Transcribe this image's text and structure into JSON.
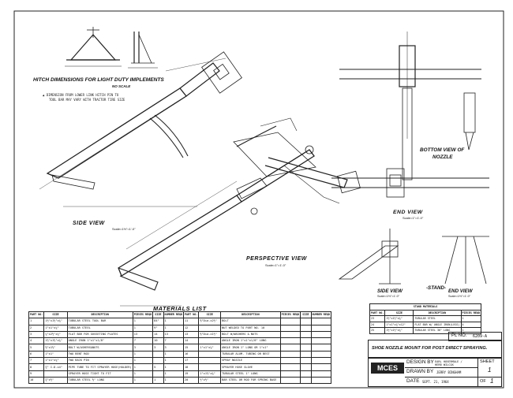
{
  "views": {
    "hitch_title": "HITCH DIMENSIONS FOR LIGHT DUTY IMPLEMENTS",
    "hitch_scale": "NO SCALE",
    "hitch_note_1": "▲ DIMENSION FROM LOWER LINK HITCH PIN TO",
    "hitch_note_2": "TOOL BAR MAY VARY WITH TRACTOR TIRE SIZE",
    "side_view": "SIDE VIEW",
    "side_view_scale": "Scale=1½\"=1'-0\"",
    "perspective_view": "PERSPECTIVE VIEW",
    "perspective_scale": "Scale=1\"=1'-0\"",
    "bottom_view_1": "BOTTOM VIEW OF",
    "bottom_view_2": "NOZZLE",
    "end_view": "END VIEW",
    "end_view_scale": "Scale=1\"=1'-0\"",
    "stand_side_view": "SIDE VIEW",
    "stand_side_scale": "Scale=1½\"=1'-0\"",
    "stand_label": "-STAND-",
    "stand_end_view": "END VIEW",
    "stand_end_scale": "Scale=1½\"=1'-0\""
  },
  "materials": {
    "title": "MATERIALS LIST",
    "headers": [
      "PART NO.",
      "SIZE",
      "DESCRIPTION",
      "PIECES REQD",
      "SIZE",
      "NUMBER REQD"
    ],
    "left_rows": [
      [
        "1",
        "1½\"x1½\"x¼\"",
        "TUBULAR STEEL TOOL BAR",
        "1",
        "84\"",
        "1"
      ],
      [
        "2",
        "1\"x1\"x¼\"",
        "TUBULAR STEEL",
        "1",
        "9\"",
        "1"
      ],
      [
        "3",
        "¼\"x2½\"x¼\"",
        "FLAT BAR FOR GUSSETING PLATES",
        "13",
        "14",
        "13"
      ],
      [
        "4",
        "1½\"x1½\"x¼\"",
        "ANGLE IRON 1\"x1\"x1/8\"",
        "7",
        "10",
        "7"
      ],
      [
        "5",
        "⅜\"x1½\"",
        "BOLT W/ASHERS&NUTS",
        "3",
        "3",
        "3"
      ],
      [
        "6",
        "1\"x1\"",
        "TWO BENT ROD",
        "1",
        "",
        "1"
      ],
      [
        "7",
        "1\"x1\"x¼\"",
        "TWO BACK PIN",
        "1",
        "",
        "1"
      ],
      [
        "8",
        "¾\" I.D.x4\"",
        "PIPE TUBE TO FIT SPRAYER HOSE(HOLDER)",
        "1",
        "5",
        "1"
      ],
      [
        "9",
        "",
        "SPRAYER HOSE TIGHT TO FIT",
        "1",
        "",
        "1"
      ],
      [
        "10",
        "¾\"x½\"",
        "TUBULAR STEEL ⅛\" LONG",
        "1",
        "1",
        "1"
      ]
    ],
    "right_rows": [
      [
        "11",
        "⅜\"Dia.x2½\"",
        "BOLT",
        "",
        "",
        ""
      ],
      [
        "12",
        "",
        "NUT WELDED TO PART NO. 10",
        "",
        "",
        ""
      ],
      [
        "13",
        "⅜\"Dia.x1½\"",
        "BOLT W/WASHERS & NUTS",
        "",
        "",
        ""
      ],
      [
        "14",
        "",
        "ANGLE IRON 1\"x1\"x1/8\" LONG",
        "",
        "",
        ""
      ],
      [
        "15",
        "1\"x1\"x¼\"",
        "ANGLE IRON 1\" LONG OR 1\"x1\"",
        "",
        "",
        ""
      ],
      [
        "16",
        "",
        "TUBULAR ALUM. TUBING OR BEST",
        "",
        "",
        ""
      ],
      [
        "17",
        "",
        "SPRAY NOZZLE",
        "",
        "",
        ""
      ],
      [
        "18",
        "",
        "SPRAYER HOSE GLOVE",
        "",
        "",
        ""
      ],
      [
        "19",
        "1\"x1½\"x¼\"",
        "TUBULAR STEEL 1\" LONG",
        "",
        "",
        ""
      ],
      [
        "20",
        "½\"x½\"",
        "BAR STEEL OR ROD FOR SPRING BASE",
        "",
        "",
        ""
      ]
    ]
  },
  "stand_materials": {
    "title": "STAND MATERIALS",
    "headers": [
      "PART NO.",
      "SIZE",
      "DESCRIPTION",
      "PIECES REQD"
    ],
    "rows": [
      [
        "23",
        "1½\"x1½\"x¼\"",
        "TUBULAR STEEL",
        "1"
      ],
      [
        "24",
        "1\"x1\"x¼\"x12\"",
        "FLAT BAR W/ ANGLE IRON(LEGS)",
        "4"
      ],
      [
        "25",
        "1½\"x1½\"x¼\"",
        "TUBULAR STEEL 36\" LONG",
        "1"
      ]
    ]
  },
  "title_block": {
    "pl_no_label": "PL NO.",
    "pl_no_value": "6209-A",
    "title": "SHOE NOZZLE MOUNT FOR POST DIRECT SPRAYING.",
    "design_by_label": "DESIGN BY",
    "design_by_value": "EARL HOVERMALE / HERB WILCOX",
    "drawn_by_label": "DRAWN BY",
    "drawn_by_value": "JERRY BINGHAM",
    "date_label": "DATE",
    "date_value": "SEPT. 21, 1964",
    "sheet_label": "SHEET",
    "sheet_value": "1",
    "of_label": "OF",
    "of_value": "1",
    "logo": "MCES"
  }
}
